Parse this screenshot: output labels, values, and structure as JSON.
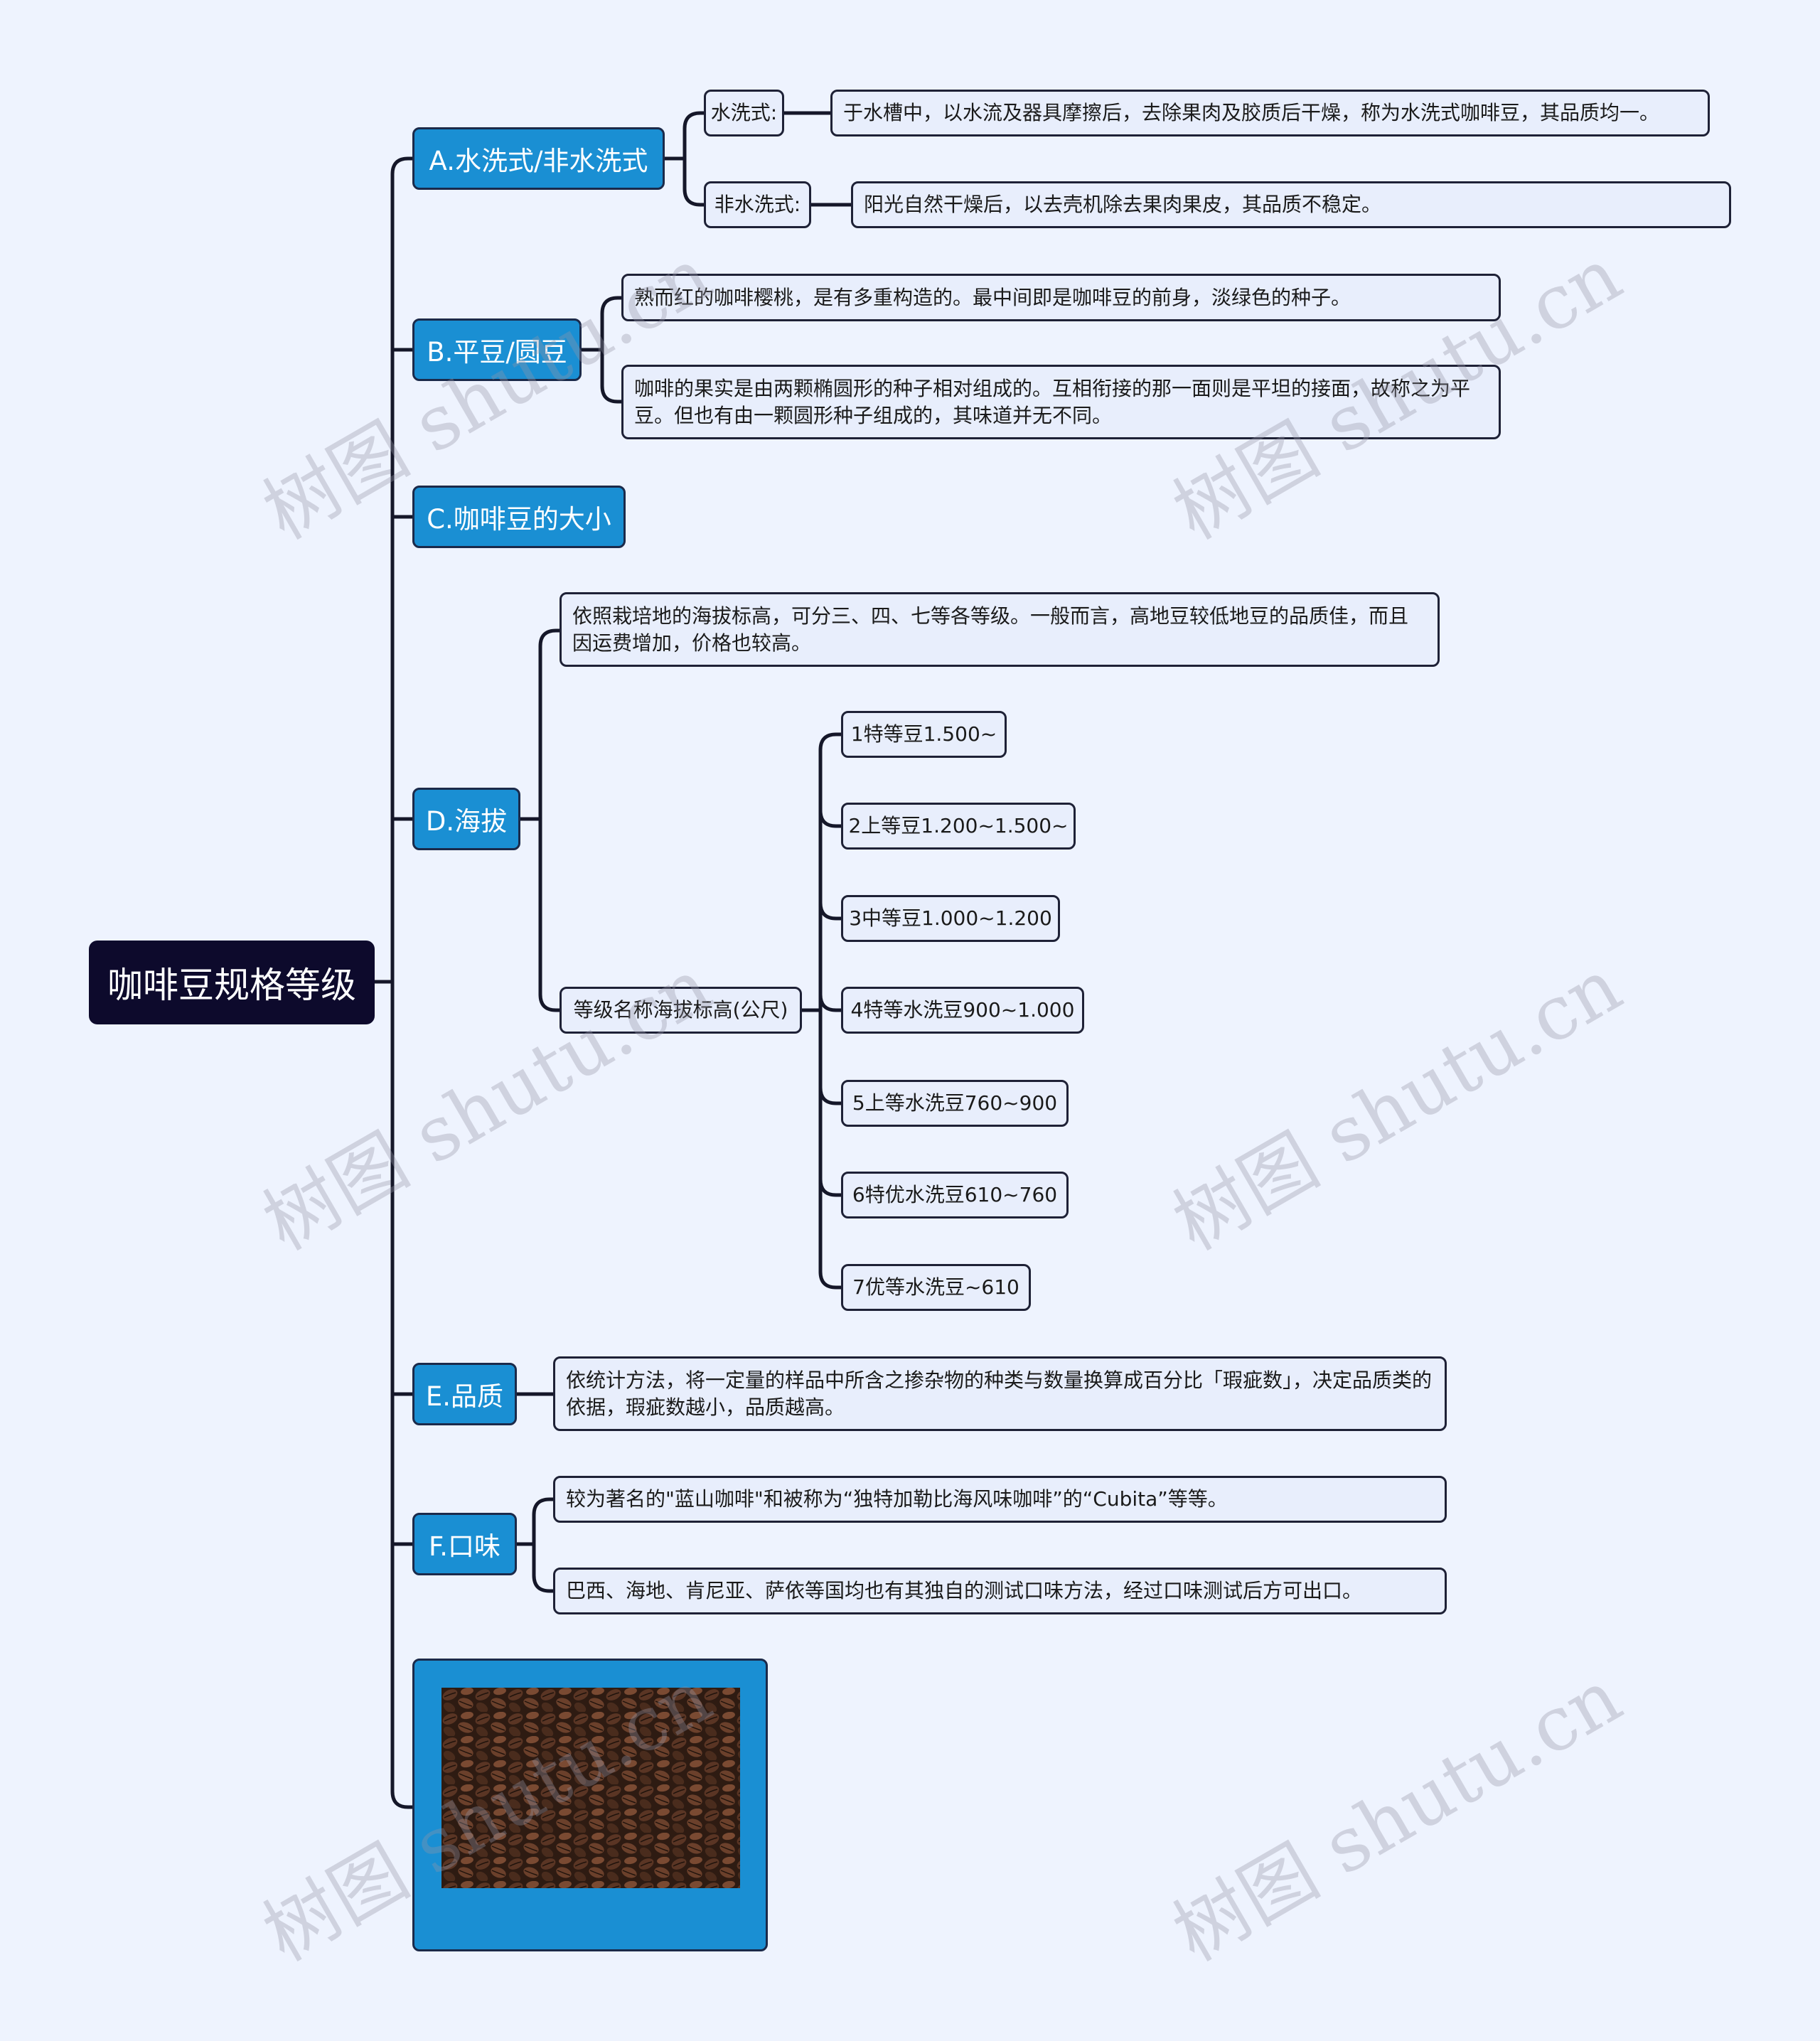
{
  "root": {
    "title": "咖啡豆规格等级"
  },
  "branches": {
    "a": {
      "label": "A.水洗式/非水洗式",
      "washed_label": "水洗式:",
      "washed_desc": "于水槽中，以水流及器具摩擦后，去除果肉及胶质后干燥，称为水洗式咖啡豆，其品质均一。",
      "natural_label": "非水洗式:",
      "natural_desc": "阳光自然干燥后，以去壳机除去果肉果皮，其品质不稳定。"
    },
    "b": {
      "label": "B.平豆/圆豆",
      "desc1": "熟而红的咖啡樱桃，是有多重构造的。最中间即是咖啡豆的前身，淡绿色的种子。",
      "desc2": "咖啡的果实是由两颗椭圆形的种子相对组成的。互相衔接的那一面则是平坦的接面，故称之为平豆。但也有由一颗圆形种子组成的，其味道并无不同。"
    },
    "c": {
      "label": "C.咖啡豆的大小"
    },
    "d": {
      "label": "D.海拔",
      "desc": "依照栽培地的海拔标高，可分三、四、七等各等级。一般而言，高地豆较低地豆的品质佳，而且因运费增加，价格也较高。",
      "grade_header": "等级名称海拔标高(公尺)",
      "grades": [
        "1特等豆1.500~",
        "2上等豆1.200~1.500~",
        "3中等豆1.000~1.200",
        "4特等水洗豆900~1.000",
        "5上等水洗豆760~900",
        "6特优水洗豆610~760",
        "7优等水洗豆~610"
      ]
    },
    "e": {
      "label": "E.品质",
      "desc": "依统计方法，将一定量的样品中所含之掺杂物的种类与数量换算成百分比「瑕疵数」，决定品质类的依据，瑕疵数越小，品质越高。"
    },
    "f": {
      "label": "F.口味",
      "desc1": "较为著名的\"蓝山咖啡\"和被称为“独特加勒比海风味咖啡”的“Cubita”等等。",
      "desc2": "巴西、海地、肯尼亚、萨依等国均也有其独自的测试口味方法，经过口味测试后方可出口。"
    }
  },
  "watermark": "树图 shutu.cn",
  "colors": {
    "background": "#eef3fe",
    "root_fill": "#0d0a2c",
    "branch_fill": "#1a8fd3",
    "leaf_fill": "#e8eefc",
    "line": "#151729"
  }
}
